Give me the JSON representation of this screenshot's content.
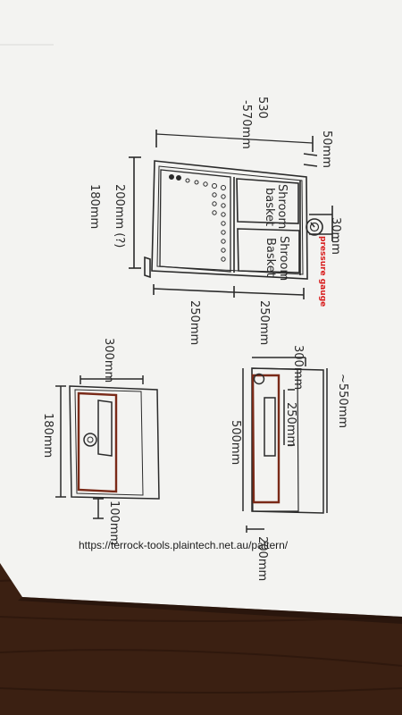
{
  "sketch": {
    "dims": {
      "d_530_570": "530",
      "d_530_570_b": "-570mm",
      "d_50mm_top": "50mm",
      "d_200mm_side": "200mm (?)",
      "d_180mm_side": "180mm",
      "d_30mm_right": "30mm",
      "d_250mm_bottom_left": "250mm",
      "d_250mm_bottom_right": "250mm",
      "d_300mm_lower_right": "300mm",
      "d_250mm_lower_right_inner": "250mm",
      "d_500mm_lower_right": "500mm",
      "d_550mm_far_right": "~550mm",
      "d_200mm_bottom_right": "200mm",
      "d_300mm_lower_left": "300mm",
      "d_180mm_lower_left": "180mm",
      "d_100mm_lower_left": "100mm"
    },
    "labels": {
      "shroom_basket_1_a": "Shroom",
      "shroom_basket_1_b": "basket",
      "shroom_basket_2_a": "Shroom",
      "shroom_basket_2_b": "Basket",
      "pressure_gauge_red": "pressure gauge"
    },
    "printed_url": "https://terrock-tools.plaintech.net.au/pattern/"
  },
  "colors": {
    "paper": "#f4f4f2",
    "wood": "#3a1f12",
    "ink": "#2a2a2a",
    "red_ink": "#d81e1e"
  }
}
